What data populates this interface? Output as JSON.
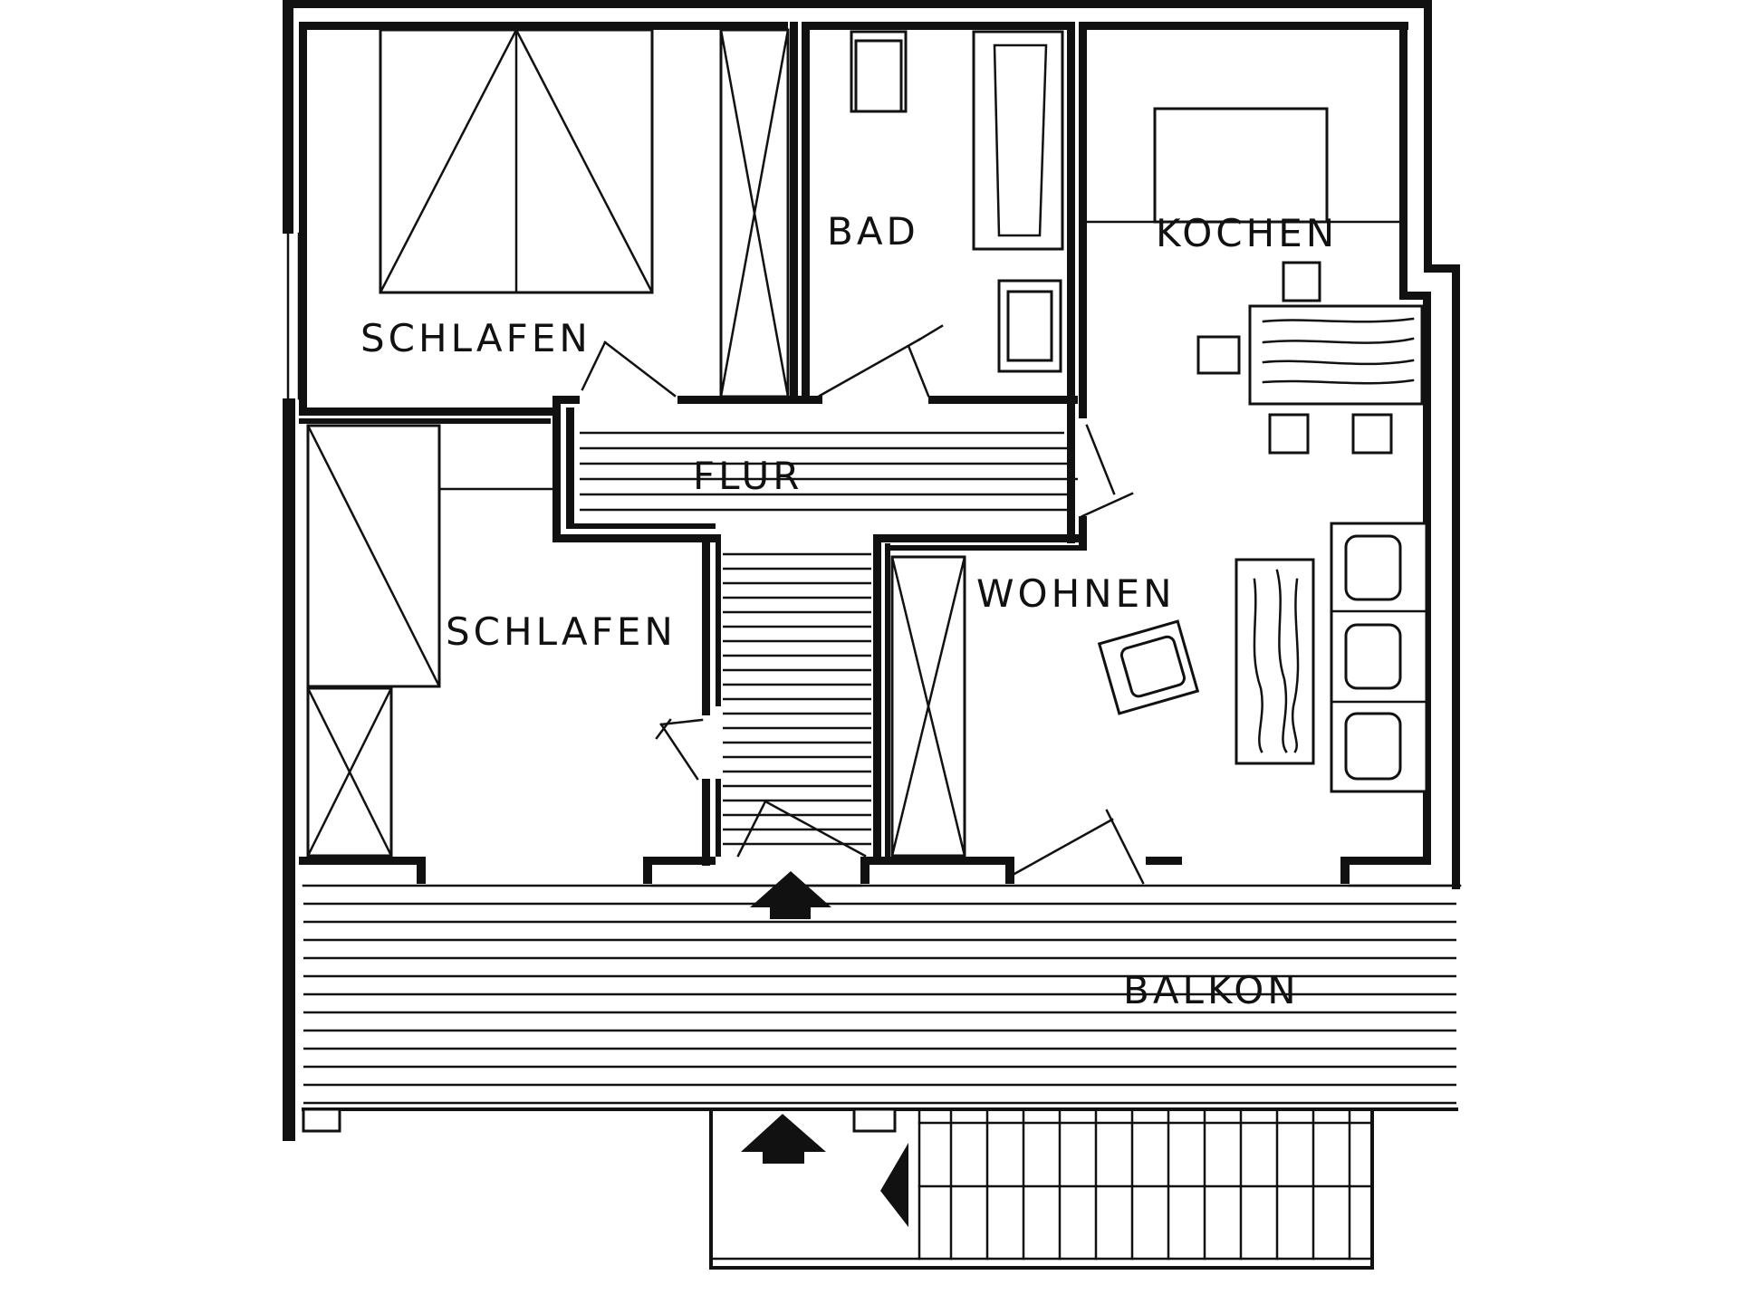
{
  "floor_plan": {
    "rooms": [
      {
        "id": "schlafen-1",
        "label": "SCHLAFEN"
      },
      {
        "id": "bad",
        "label": "BAD"
      },
      {
        "id": "kochen",
        "label": "KOCHEN"
      },
      {
        "id": "flur",
        "label": "FLUR"
      },
      {
        "id": "schlafen-2",
        "label": "SCHLAFEN"
      },
      {
        "id": "wohnen",
        "label": "WOHNEN"
      },
      {
        "id": "balkon",
        "label": "BALKON"
      }
    ],
    "entrance_arrows": 2,
    "colors": {
      "ink": "#111111",
      "paper": "#ffffff"
    }
  }
}
